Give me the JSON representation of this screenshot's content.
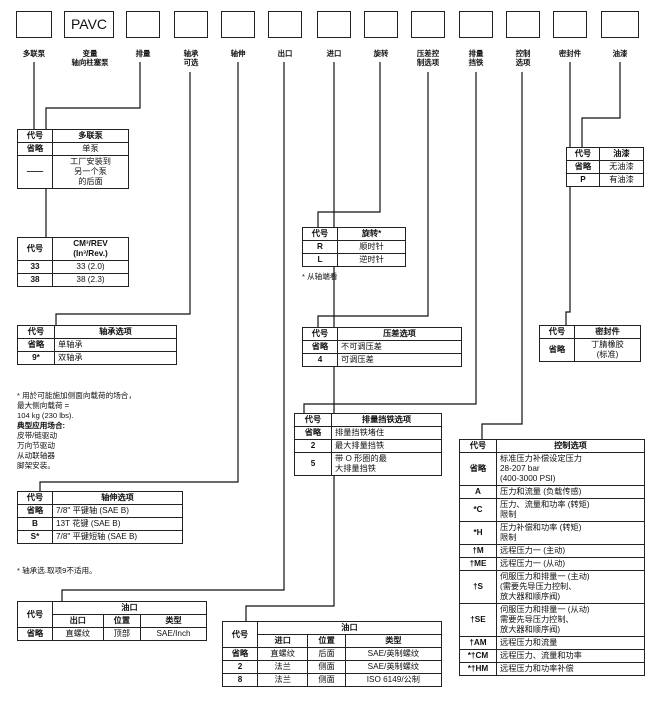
{
  "code_boxes": [
    {
      "text": "",
      "label": "多联泵"
    },
    {
      "text": "PAVC",
      "label": "变量\n轴向柱塞泵"
    },
    {
      "text": "",
      "label": "排量"
    },
    {
      "text": "",
      "label": "轴承\n可选"
    },
    {
      "text": "",
      "label": "轴伸"
    },
    {
      "text": "",
      "label": "出口"
    },
    {
      "text": "",
      "label": "进口"
    },
    {
      "text": "",
      "label": "旋转"
    },
    {
      "text": "",
      "label": "压差控\n制选项"
    },
    {
      "text": "",
      "label": "排量\n挡铁"
    },
    {
      "text": "",
      "label": "控制\n选项"
    },
    {
      "text": "",
      "label": "密封件"
    },
    {
      "text": "",
      "label": "油漆"
    }
  ],
  "multi_pump": {
    "headers": [
      "代号",
      "多联泵"
    ],
    "rows": [
      [
        "省略",
        "单泵"
      ],
      [
        "——",
        "工厂安装到\n另一个泵\n的后面"
      ]
    ]
  },
  "displacement": {
    "headers": [
      "代号",
      "CM³/REV\n(In³/Rev.)"
    ],
    "rows": [
      [
        "33",
        "33 (2.0)"
      ],
      [
        "38",
        "38 (2.3)"
      ]
    ]
  },
  "bearing": {
    "headers": [
      "代号",
      "轴承选项"
    ],
    "rows": [
      [
        "省略",
        "单轴承"
      ],
      [
        "9*",
        "双轴承"
      ]
    ]
  },
  "bearing_note": {
    "line1": "* 用於可能施加侧面向载荷的场合，",
    "line2": "  最大侧向载荷 =",
    "line3": "  104 kg (230 lbs).",
    "title": "典型应用场合:",
    "items": "皮带/链驱动\n万向节驱动\n从动联轴器\n脚架安装。"
  },
  "shaft": {
    "headers": [
      "代号",
      "轴伸选项"
    ],
    "rows": [
      [
        "省略",
        "7/8\" 平键轴 (SAE B)"
      ],
      [
        "B",
        "13T 花键 (SAE B)"
      ],
      [
        "S*",
        "7/8\" 平键短轴 (SAE B)"
      ]
    ]
  },
  "shaft_note": "* 轴承选.取项9不适用。",
  "outlet": {
    "col1": "代号",
    "group": "油口",
    "sub": [
      "出口",
      "位置",
      "类型"
    ],
    "rows": [
      [
        "省略",
        "直螺纹",
        "顶部",
        "SAE/Inch"
      ]
    ]
  },
  "inlet": {
    "col1": "代号",
    "group": "油口",
    "sub": [
      "进口",
      "位置",
      "类型"
    ],
    "rows": [
      [
        "省略",
        "直螺纹",
        "后面",
        "SAE/英制螺纹"
      ],
      [
        "2",
        "法兰",
        "侧面",
        "SAE/英制螺纹"
      ],
      [
        "8",
        "法兰",
        "侧面",
        "ISO 6149/公制"
      ]
    ]
  },
  "rotation": {
    "headers": [
      "代号",
      "旋转*"
    ],
    "rows": [
      [
        "R",
        "顺时针"
      ],
      [
        "L",
        "逆时针"
      ]
    ],
    "note": "* 从轴端看"
  },
  "pressure_diff": {
    "headers": [
      "代号",
      "压差选项"
    ],
    "rows": [
      [
        "省略",
        "不可调压差"
      ],
      [
        "4",
        "可调压差"
      ]
    ]
  },
  "stop": {
    "headers": [
      "代号",
      "排量挡铁选项"
    ],
    "rows": [
      [
        "省略",
        "排量挡铁堵住"
      ],
      [
        "2",
        "最大排量挡铁"
      ],
      [
        "5",
        "带 O 形圈的最\n大排量挡铁"
      ]
    ]
  },
  "control": {
    "headers": [
      "代号",
      "控制选项"
    ],
    "rows": [
      [
        "省略",
        "标准压力补偿设定压力\n28-207 bar\n(400-3000 PSI)"
      ],
      [
        "A",
        "压力和流量 (负载传感)"
      ],
      [
        "*C",
        "压力、流量和功率 (转矩)\n限制"
      ],
      [
        "*H",
        "压力补偿和功率 (转矩)\n限制"
      ],
      [
        "†M",
        "远程压力一 (主动)"
      ],
      [
        "†ME",
        "远程压力一 (从动)"
      ],
      [
        "†S",
        "伺服压力和排量一 (主动)\n(需要先导压力控制、\n放大器和顺序阀)"
      ],
      [
        "†SE",
        "伺服压力和排量一 (从动)\n需要先导压力控制、\n放大器和顺序阀)"
      ],
      [
        "†AM",
        "远程压力和流量"
      ],
      [
        "*†CM",
        "远程压力、流量和功率"
      ],
      [
        "*†HM",
        "远程压力和功率补偿"
      ]
    ]
  },
  "seal": {
    "headers": [
      "代号",
      "密封件"
    ],
    "rows": [
      [
        "省略",
        "丁腈橡胶\n(标准)"
      ]
    ]
  },
  "paint": {
    "headers": [
      "代号",
      "油漆"
    ],
    "rows": [
      [
        "省略",
        "无油漆"
      ],
      [
        "P",
        "有油漆"
      ]
    ]
  }
}
